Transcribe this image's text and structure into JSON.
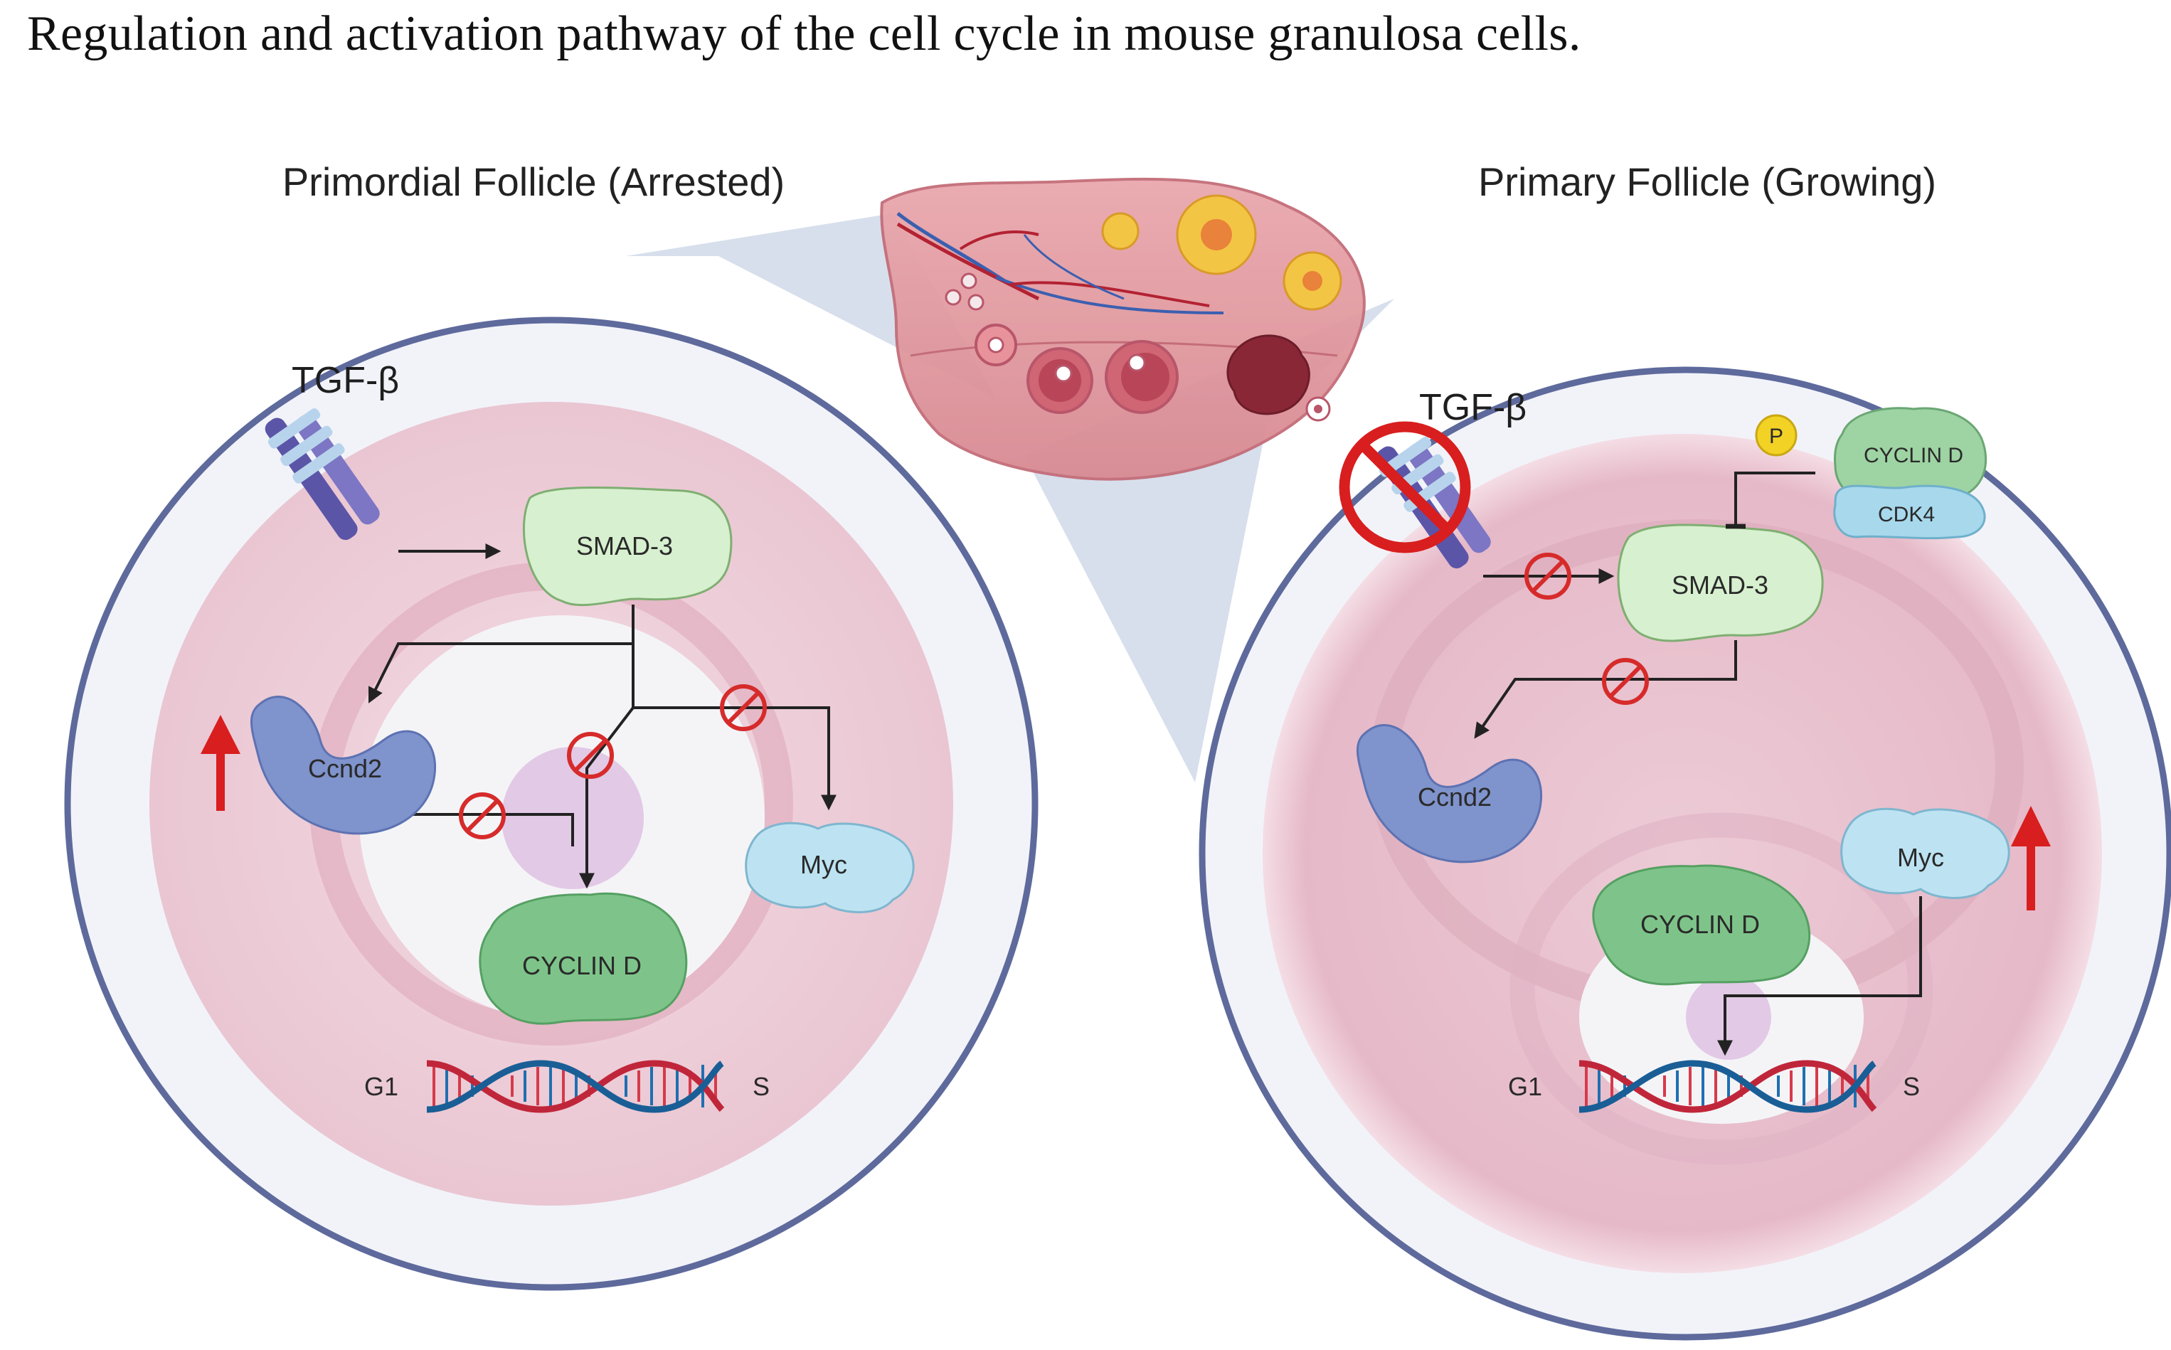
{
  "title": "Regulation and activation pathway of the cell cycle in mouse granulosa cells.",
  "left_panel": {
    "heading": "Primordial Follicle (Arrested)",
    "ligand": "TGF-β",
    "smad": "SMAD-3",
    "ccnd2": "Ccnd2",
    "myc": "Myc",
    "cyclin_d": "CYCLIN D",
    "g1": "G1",
    "s": "S"
  },
  "right_panel": {
    "heading": "Primary Follicle (Growing)",
    "ligand": "TGF-β",
    "smad": "SMAD-3",
    "ccnd2": "Ccnd2",
    "myc": "Myc",
    "cyclin_d": "CYCLIN D",
    "cyclin_d_complex": "CYCLIN D",
    "cdk4": "CDK4",
    "phospho": "P",
    "g1": "G1",
    "s": "S"
  },
  "colors": {
    "outer_ring": "#5e6a9c",
    "cell_fill": "#f1f2f8",
    "cytoplasm": "#ecc9d4",
    "smad": "#d7f0cf",
    "ccnd2": "#7f93cc",
    "myc": "#bde3f2",
    "cyclin_d": "#7ec48a",
    "inhibit": "#d62b2b",
    "up_arrow": "#d81e1e",
    "phospho": "#f2d224"
  }
}
